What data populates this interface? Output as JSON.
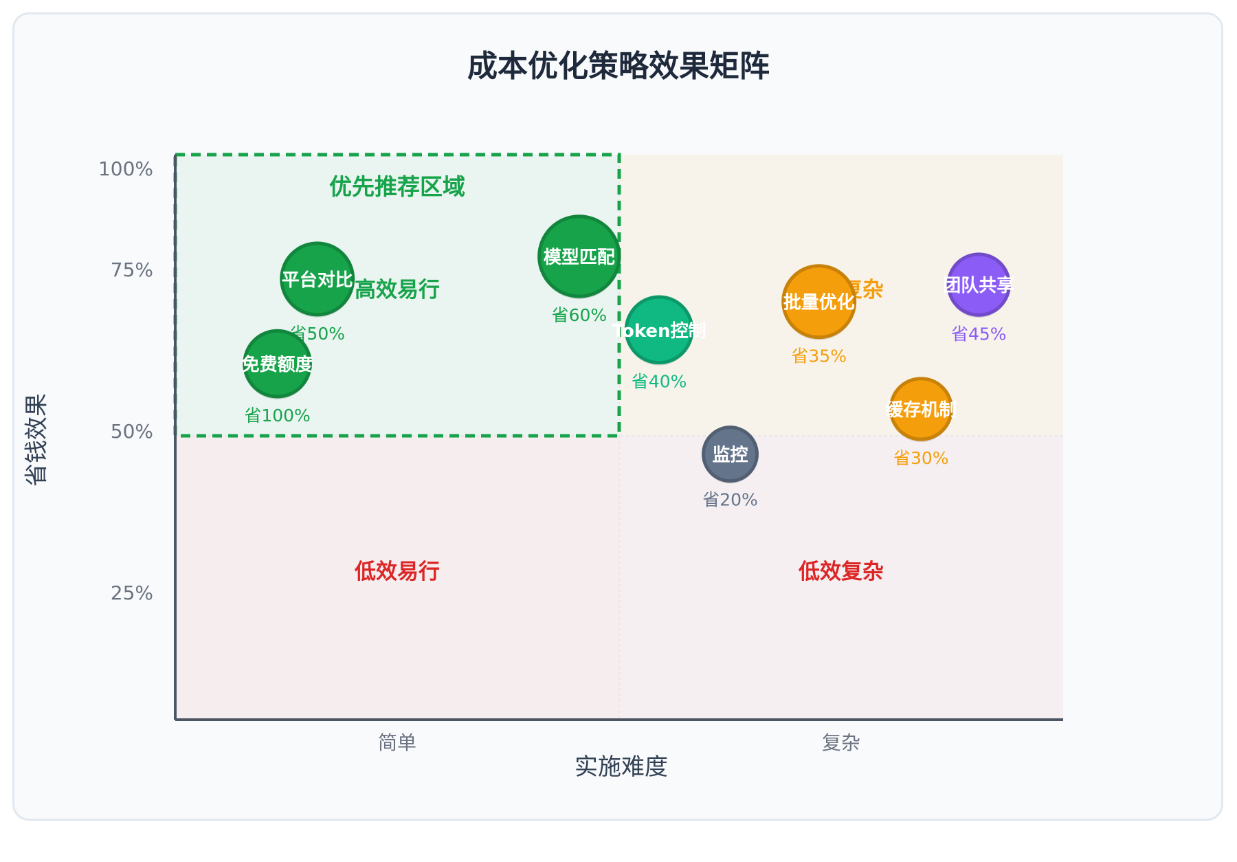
{
  "chart_data": {
    "type": "scatter",
    "title": "成本优化策略效果矩阵",
    "xlabel": "实施难度",
    "ylabel": "省钱效果",
    "x_ticks": [
      "简单",
      "复杂"
    ],
    "y_ticks": [
      {
        "value": 100,
        "label": "100%"
      },
      {
        "value": 75,
        "label": "75%"
      },
      {
        "value": 50,
        "label": "50%"
      },
      {
        "value": 25,
        "label": "25%"
      }
    ],
    "xlim": [
      0,
      2
    ],
    "ylim": [
      0,
      100
    ],
    "legend": "none",
    "quadrants": [
      {
        "label": "高效易行",
        "color": "#16a34a"
      },
      {
        "label": "高效复杂",
        "color": "#f59e0b"
      },
      {
        "label": "低效易行",
        "color": "#dc2626"
      },
      {
        "label": "低效复杂",
        "color": "#dc2626"
      }
    ],
    "highlight_label": "优先推荐区域",
    "points": [
      {
        "name": "平台对比",
        "x": 0.32,
        "y": 78,
        "saving": "省50%",
        "color": "#16a34a",
        "label_color": "#16a34a",
        "size": 1.0
      },
      {
        "name": "免费额度",
        "x": 0.23,
        "y": 63,
        "saving": "省100%",
        "color": "#16a34a",
        "label_color": "#16a34a",
        "size": 0.92
      },
      {
        "name": "模型匹配",
        "x": 0.91,
        "y": 82,
        "saving": "省60%",
        "color": "#16a34a",
        "label_color": "#16a34a",
        "size": 1.12
      },
      {
        "name": "Token控制",
        "x": 1.09,
        "y": 69,
        "saving": "省40%",
        "color": "#10b981",
        "label_color": "#10b981",
        "size": 0.92
      },
      {
        "name": "批量优化",
        "x": 1.45,
        "y": 74,
        "saving": "省35%",
        "color": "#f59e0b",
        "label_color": "#f59e0b",
        "size": 1.0
      },
      {
        "name": "团队共享",
        "x": 1.81,
        "y": 77,
        "saving": "省45%",
        "color": "#8b5cf6",
        "label_color": "#8b5cf6",
        "size": 0.85
      },
      {
        "name": "缓存机制",
        "x": 1.68,
        "y": 55,
        "saving": "省30%",
        "color": "#f59e0b",
        "label_color": "#f59e0b",
        "size": 0.85
      },
      {
        "name": "监控",
        "x": 1.25,
        "y": 47,
        "saving": "省20%",
        "color": "#64748b",
        "label_color": "#64748b",
        "size": 0.75
      }
    ]
  }
}
